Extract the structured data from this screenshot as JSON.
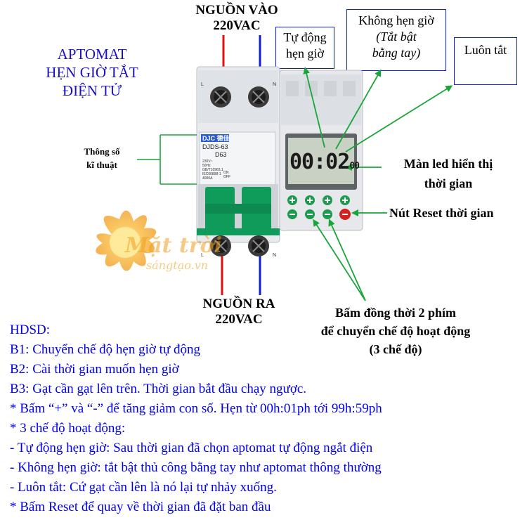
{
  "title": {
    "line1": "APTOMAT",
    "line2": "HẸN GIỜ TẮT",
    "line3": "ĐIỆN TỬ"
  },
  "input_power": {
    "line1": "NGUỒN VÀO",
    "line2": "220VAC"
  },
  "output_power": {
    "line1": "NGUỒN RA",
    "line2": "220VAC"
  },
  "mode_boxes": {
    "auto": {
      "line1": "Tự động",
      "line2": "hẹn giờ"
    },
    "no_timer": {
      "line1": "Không hẹn giờ",
      "line2": "(Tắt bật",
      "line3": "bằng tay)"
    },
    "always_off": {
      "line1": "Luôn tắt"
    }
  },
  "spec_label": {
    "line1": "Thông số",
    "line2": "kĩ thuật"
  },
  "led_label": {
    "line1": "Màn led hiển thị",
    "line2": "thời gian"
  },
  "reset_label": "Nút Reset thời gian",
  "switch_caption": {
    "line1": "Bấm đồng thời 2 phím",
    "line2": "để chuyển chế độ hoạt động",
    "line3": "(3 chế độ)"
  },
  "device": {
    "brand": "DJC",
    "brand_sub": "德佳",
    "model": "DJDS-63",
    "rating": "D63",
    "spec_lines": [
      "230V~",
      "50Hz",
      "GB/T10963.1",
      "IEC60898-1",
      "4000A"
    ],
    "on_label": "ON",
    "off_label": "OFF",
    "terminal_top_left": "L",
    "terminal_top_right": "N",
    "terminal_bottom_left": "L",
    "terminal_bottom_right": "N",
    "display_value": "00:02",
    "display_small": "00"
  },
  "watermark": {
    "line1": "Mặt trời",
    "line2": "sángtạo.vn"
  },
  "instructions": {
    "heading": "HDSD:",
    "lines": [
      "B1: Chuyển chế độ hẹn giờ tự động",
      "B2: Cài thời gian muốn hẹn giờ",
      "B3: Gạt cần gạt lên trên. Thời gian bắt đầu chạy ngược.",
      " * Bấm “+” và “-” để tăng giảm con số. Hẹn từ 00h:01ph tới 99h:59ph",
      " * 3 chế độ hoạt động:",
      "- Tự động hẹn giờ: Sau thời gian đã chọn aptomat tự động ngắt điện",
      "- Không hẹn giờ: tắt bật thủ công bằng tay như aptomat thông thường",
      "- Luôn tắt: Cứ gạt cần lên là nó lại tự nhảy xuống.",
      " * Bấm Reset để quay về thời gian đã đặt ban đầu"
    ]
  },
  "colors": {
    "arrow_green": "#1aa53a",
    "line_red": "#e01010",
    "line_blue": "#1020d0",
    "box_border": "#0b1ee0",
    "breaker_green": "#0f9c5a",
    "text_blue": "#0000ee"
  }
}
